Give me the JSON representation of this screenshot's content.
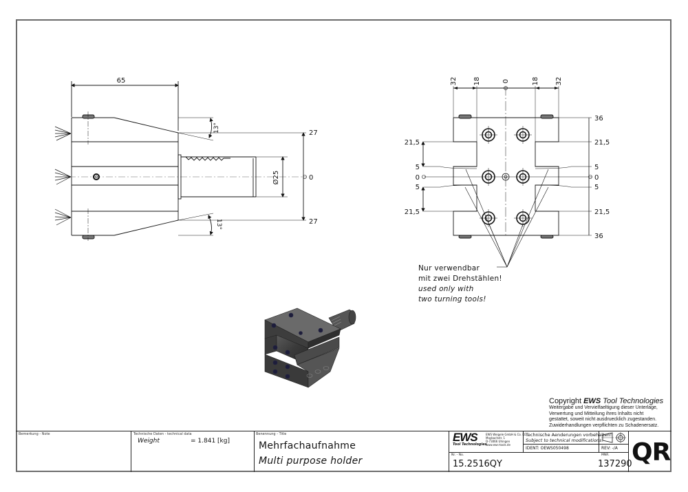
{
  "drawing": {
    "side_view": {
      "width_dim": "65",
      "angle_top": "13°",
      "angle_bottom": "13°",
      "shank_diameter": "Ø25",
      "right_dims": [
        "27",
        "0",
        "27"
      ]
    },
    "front_view": {
      "top_dims": [
        "32",
        "18",
        "0",
        "18",
        "32"
      ],
      "left_dims": [
        "21,5",
        "5",
        "0",
        "5",
        "21,5"
      ],
      "right_dims": [
        "36",
        "21,5",
        "5",
        "0",
        "5",
        "21,5",
        "36"
      ]
    },
    "note": {
      "line1_de": "Nur verwendbar",
      "line2_de": "mit zwei Drehstählen!",
      "line1_en": "used only with",
      "line2_en": "two turning tools!"
    }
  },
  "copyright": {
    "prefix": "Copyright ",
    "brand": "EWS",
    "suffix": " Tool Technologies",
    "lines": [
      "Weitergabe und Vervielfaeltigung dieser Unterlage,",
      "Verwertung und Mitteilung ihres Inhalts nicht",
      "gestattet, soweit nicht ausdruecklich zugestanden.",
      "Zuwiderhandlungen verpflichten zu Schadenersatz."
    ]
  },
  "title_block": {
    "note_label": "Bemerkung - Note",
    "techdata_label": "Technische Daten - technical data",
    "weight_label": "Weight",
    "weight_value": "=   1.841 [kg]",
    "title_label": "Benennung - Title",
    "title_de": "Mehrfachaufnahme",
    "title_en": "Multi purpose holder",
    "logo_text": "EWS",
    "logo_sub": "Tool Technologies",
    "address": [
      "EWS Weigele GmbH & Co. KG",
      "Maybachstr. 1",
      "D-73066 Uhingen",
      "www.ews-tools.de"
    ],
    "tech_change_de": "Technische Aenderungen vorbehalten!",
    "tech_change_en": "Subject to technical modifications!",
    "ident": "IDENT:  OEWS050498",
    "rev": "REV:  -/A",
    "nr_label": "Nr. - No.",
    "nr_value": "15.2516QY",
    "mnr_label": "MNR.",
    "mnr_value": "137290",
    "code": "QR"
  }
}
